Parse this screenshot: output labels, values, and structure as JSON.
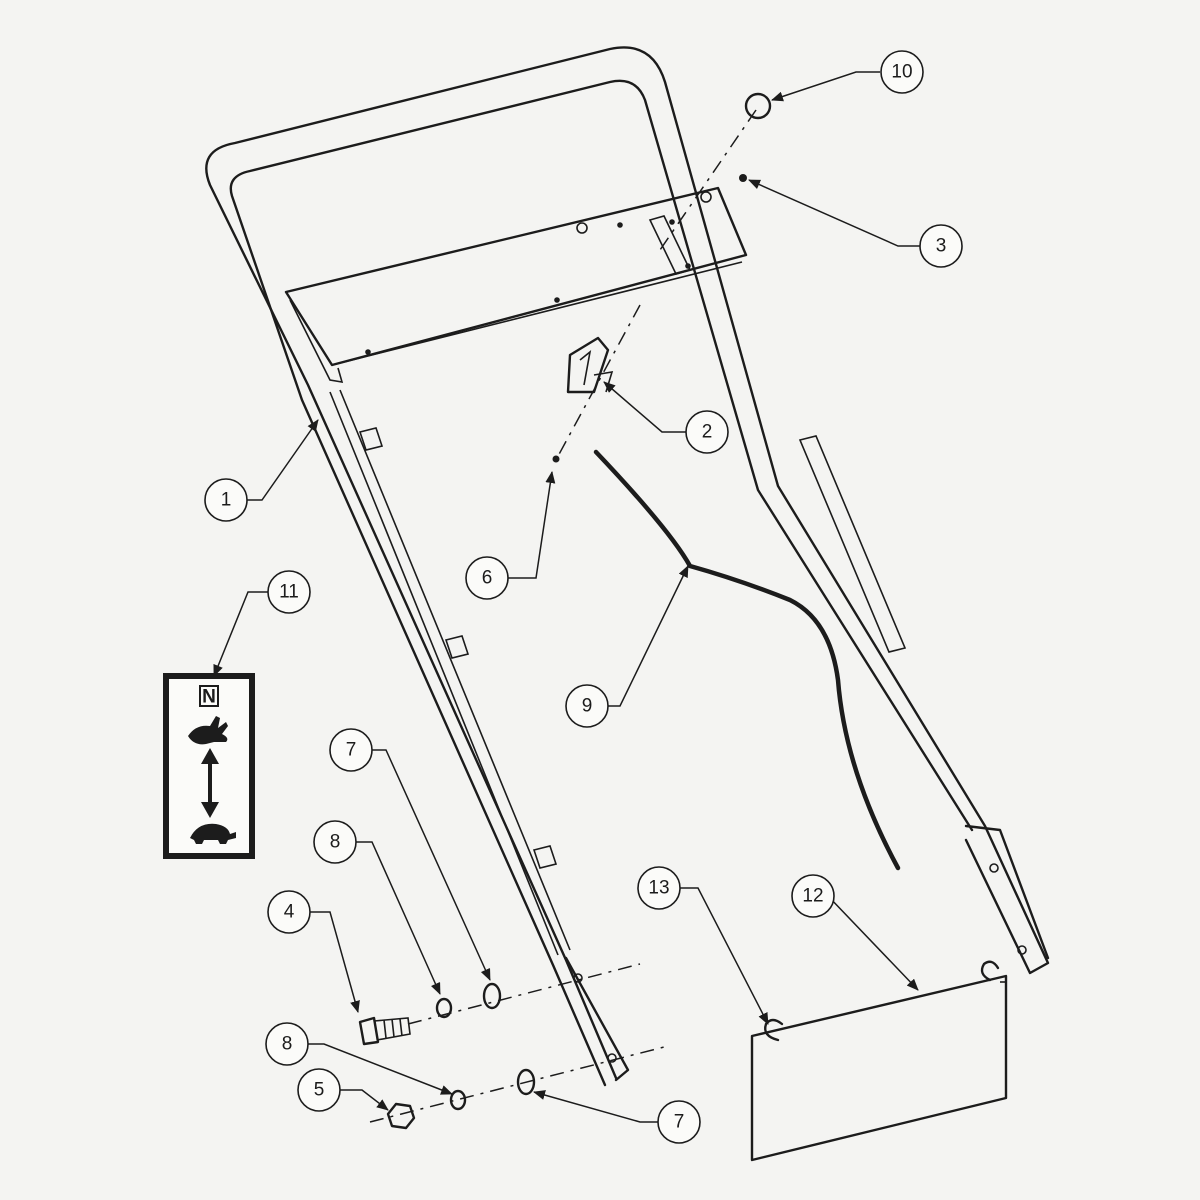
{
  "callouts": [
    {
      "id": "1",
      "label": "1"
    },
    {
      "id": "2",
      "label": "2"
    },
    {
      "id": "3",
      "label": "3"
    },
    {
      "id": "4",
      "label": "4"
    },
    {
      "id": "5",
      "label": "5"
    },
    {
      "id": "6",
      "label": "6"
    },
    {
      "id": "7a",
      "label": "7"
    },
    {
      "id": "7b",
      "label": "7"
    },
    {
      "id": "8a",
      "label": "8"
    },
    {
      "id": "8b",
      "label": "8"
    },
    {
      "id": "9",
      "label": "9"
    },
    {
      "id": "10",
      "label": "10"
    },
    {
      "id": "11",
      "label": "11"
    },
    {
      "id": "12",
      "label": "12"
    },
    {
      "id": "13",
      "label": "13"
    }
  ],
  "decal": {
    "icons": [
      "neutral-symbol-icon",
      "rabbit-icon",
      "double-arrow-icon",
      "turtle-icon"
    ],
    "neutral_symbol": "N"
  },
  "colors": {
    "line": "#1c1c1c",
    "paper": "#f4f4f2"
  }
}
